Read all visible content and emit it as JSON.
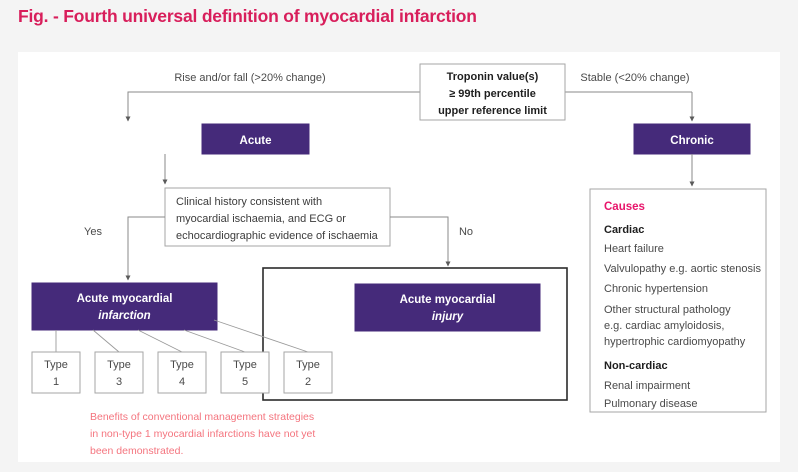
{
  "figure": {
    "title": "Fig. - Fourth universal definition of myocardial infarction",
    "title_color": "#d81e5b",
    "card_background": "#ffffff",
    "page_background": "#f4f4f4",
    "accent_purple": "#452a7a",
    "accent_crimson": "#e8156b",
    "footnote_color": "#f4747e"
  },
  "root": {
    "line1": "Troponin value(s)",
    "line2": "≥ 99th percentile",
    "line3": "upper reference limit"
  },
  "edges": {
    "left_label": "Rise and/or fall (>20% change)",
    "right_label": "Stable (<20% change)",
    "yes_label": "Yes",
    "no_label": "No"
  },
  "acute": {
    "label": "Acute"
  },
  "chronic": {
    "label": "Chronic"
  },
  "clinical_history": {
    "line1": "Clinical history consistent with",
    "line2": "myocardial ischaemia, and ECG or",
    "line3": "echocardiographic evidence of ischaemia"
  },
  "infarction": {
    "line1": "Acute myocardial",
    "line2": "infarction"
  },
  "injury": {
    "line1": "Acute myocardial",
    "line2": "injury"
  },
  "types": [
    {
      "word": "Type",
      "number": "1"
    },
    {
      "word": "Type",
      "number": "3"
    },
    {
      "word": "Type",
      "number": "4"
    },
    {
      "word": "Type",
      "number": "5"
    },
    {
      "word": "Type",
      "number": "2"
    }
  ],
  "causes": {
    "heading": "Causes",
    "cardiac_heading": "Cardiac",
    "cardiac_items": [
      "Heart failure",
      "Valvulopathy e.g. aortic stenosis",
      "Chronic hypertension",
      "Other structural pathology",
      "e.g. cardiac amyloidosis,",
      "hypertrophic cardiomyopathy"
    ],
    "noncardiac_heading": "Non-cardiac",
    "noncardiac_items": [
      "Renal impairment",
      "Pulmonary disease"
    ]
  },
  "footnote": {
    "line1": "Benefits of conventional management strategies",
    "line2": "in non-type 1 myocardial infarctions have not yet",
    "line3": "been demonstrated."
  }
}
